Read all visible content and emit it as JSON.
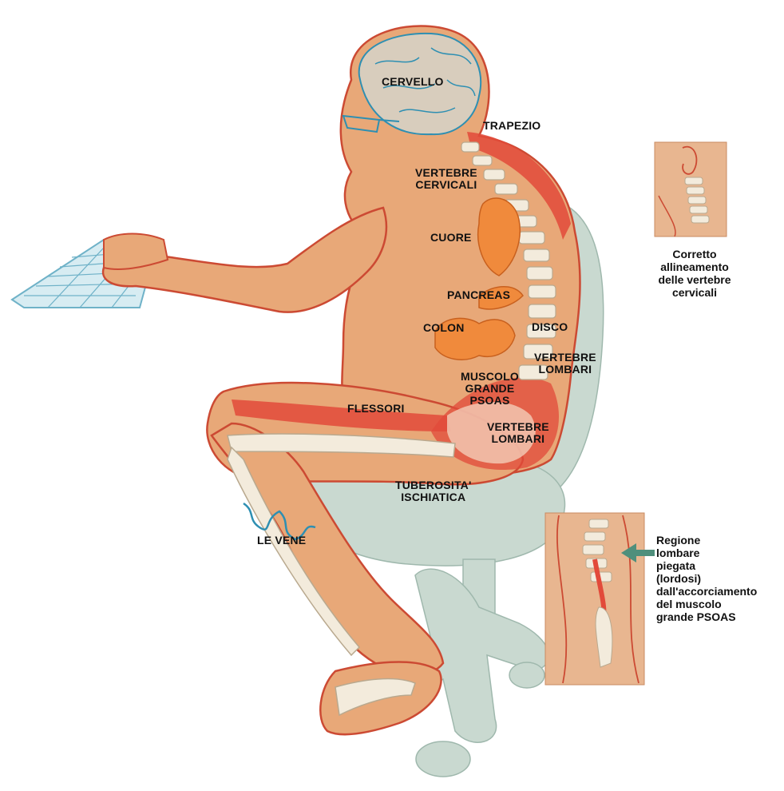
{
  "colors": {
    "skin": "#e8a878",
    "skin_outline": "#cc4a33",
    "muscle": "#e24a3a",
    "bone": "#f3ebdc",
    "brain": "#d8cdbd",
    "vein": "#2e8fb2",
    "organ": "#f08a3c",
    "chair": "#c9d9d0",
    "keyboard": "#d7ecf2"
  },
  "labels": {
    "cervello": "CERVELLO",
    "trapezio": "TRAPEZIO",
    "vertebre_cervicali": "VERTEBRE\nCERVICALI",
    "cuore": "CUORE",
    "pancreas": "PANCREAS",
    "colon": "COLON",
    "disco": "DISCO",
    "vertebre_lombari_1": "VERTEBRE\nLOMBARI",
    "muscolo_psoas": "MUSCOLO\nGRANDE\nPSOAS",
    "flessori": "FLESSORI",
    "vertebre_lombari_2": "VERTEBRE\nLOMBARI",
    "tuberosita": "TUBEROSITA'\nISCHIATICA",
    "le_vene": "LE VENE"
  },
  "insets": {
    "cervical_caption": "Corretto\nallineamento\ndelle vertebre\ncervicali",
    "lumbar_caption": "Regione\nlombare\npiegata\n(lordosi)\ndall'accorciamento\ndel muscolo\ngrande PSOAS"
  },
  "icons": [
    "arrow-right-icon"
  ]
}
